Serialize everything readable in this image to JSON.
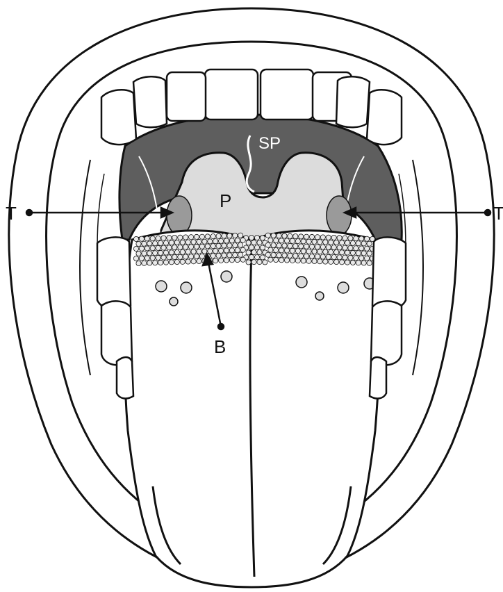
{
  "labels": {
    "soft_palate": "SP",
    "pharynx": "P",
    "tonsil_left": "T",
    "tonsil_right": "T",
    "base_of_tongue": "B"
  },
  "colors": {
    "outline": "#111111",
    "soft_palate_fill": "#5e5e5e",
    "pharynx_fill": "#dcdcdc",
    "papillae_fill": "#e9e9e9",
    "background": "#ffffff"
  }
}
